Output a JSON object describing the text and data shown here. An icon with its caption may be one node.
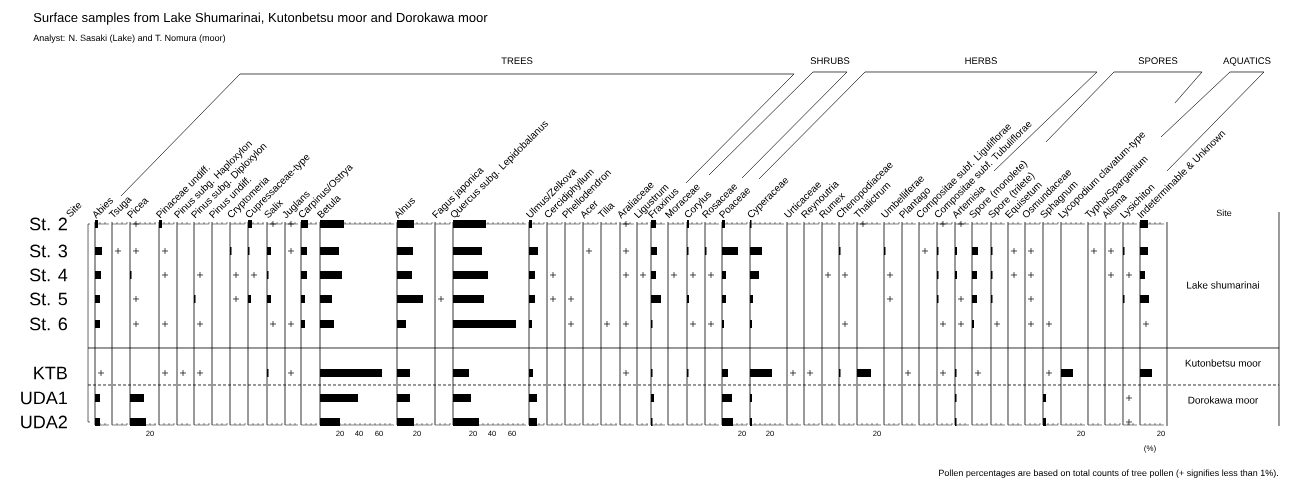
{
  "diagram": {
    "title": "Surface samples from Lake Shumarinai, Kutonbetsu moor and Dorokawa moor",
    "labels": [
      "Analyst: N. Sasaki (Lake) and T. Nomura (moor)",
      "TREES",
      "SHRUBS",
      "HERBS",
      "SPORES",
      "AQUATICS",
      "Site",
      "Abies",
      "Tsuga",
      "Picea",
      "Pinaceae undiff.",
      "Pinus subg. Haploxylon",
      "Pinus subg. Diploxylon",
      "Pinus undiff.",
      "Cryptomeria",
      "Cupressaceae-type",
      "Salix",
      "Juglans",
      "Carpinus/Ostrya",
      "Betula",
      "Alnus",
      "Fagus japonica",
      "Quercus subg. Lepidobalanus",
      "Ulmus/Zelkova",
      "Cercidiphyllum",
      "Phellodendron",
      "Acer",
      "Tilia",
      "Araliaceae",
      "Ligustrum",
      "Fraxinus",
      "Moraceae",
      "Corylus",
      "Rosaceae",
      "Poaceae",
      "Cyperaceae",
      "Urticaceae",
      "Reynoutria",
      "Rumex",
      "Chenopodiaceae",
      "Thalictrum",
      "Umbelliferae",
      "Plantago",
      "Compositae subf. Liguliflorae",
      "Compositae subf. Tubuliflorae",
      "Artemisia",
      "Spore (monolete)",
      "Spore (trilete)",
      "Equisetum",
      "Osmundaceae",
      "Sphagnum",
      "Lycopodium clavatum-type",
      "Typha/Sparganium",
      "Alisma",
      "Lysichiton",
      "Indeterminable & Unknown",
      "Site",
      "St. 2",
      "St. 3",
      "St. 4",
      "St. 5",
      "St. 6",
      "KTB",
      "UDA1",
      "UDA2",
      "Lake shumarinai",
      "Kutonbetsu moor",
      "Dorokawa moor",
      "20",
      "20",
      "40",
      "60",
      "20",
      "20",
      "40",
      "60",
      "20",
      "20",
      "20",
      "20",
      "20",
      "(%)",
      "Pollen percentages are based on total counts of tree pollen (+ signifies less than 1%)."
    ]
  }
}
